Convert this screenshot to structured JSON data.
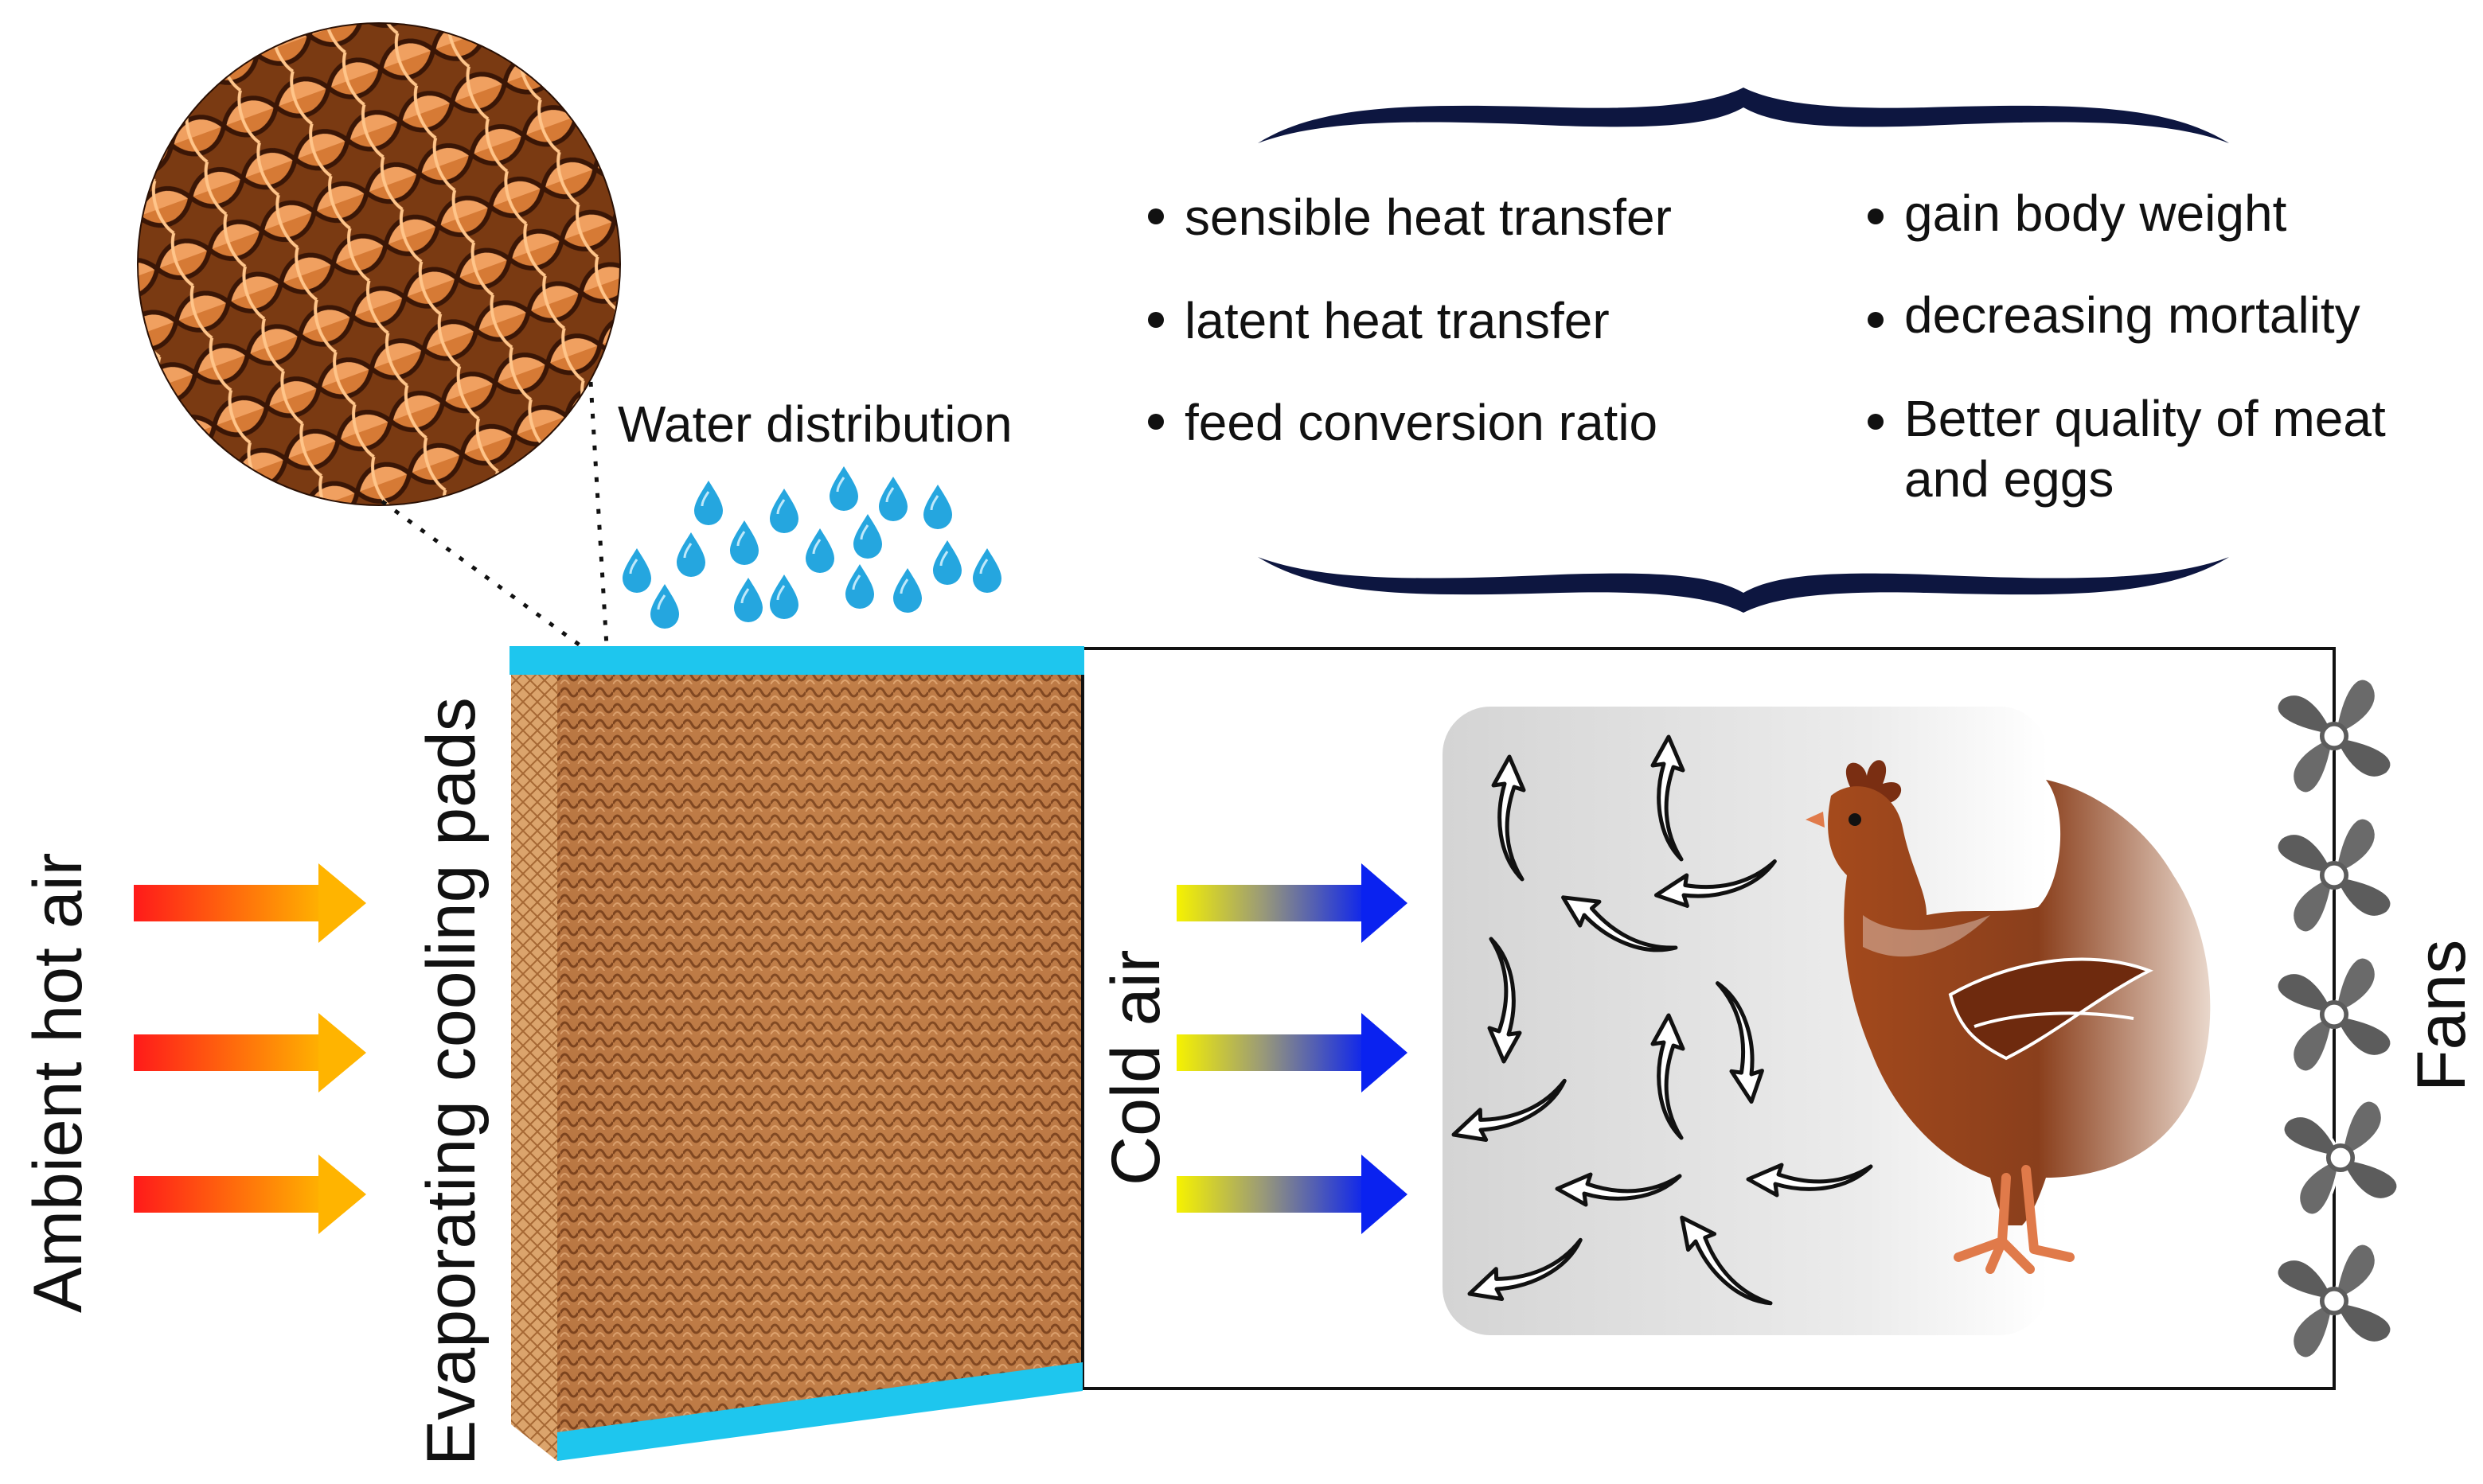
{
  "labels": {
    "ambient_hot_air": "Ambient hot air",
    "evaporating_cooling_pads": "Evaporating cooling pads",
    "water_distribution": "Water distribution",
    "cold_air": "Cold air",
    "fans": "Fans"
  },
  "benefits": {
    "left": [
      "sensible heat transfer",
      "latent heat transfer",
      "feed conversion ratio"
    ],
    "right": [
      "gain body weight",
      "decreasing mortality",
      "Better quality of meat",
      "and eggs"
    ]
  },
  "icons": {
    "pad_zoom": "honeycomb-pad-zoom",
    "water": "water-drop-icon",
    "hot_arrow": "hot-air-arrow-icon",
    "cold_arrow": "cold-air-arrow-icon",
    "circulation": "air-circulation-arrow-icon",
    "animal": "chicken-icon",
    "fan": "fan-icon",
    "brace": "curly-brace"
  },
  "colors": {
    "water_bar": "#1ec6ee",
    "water_drop": "#25a6df",
    "pad": "#b9733e",
    "brace": "#0d1640",
    "hot_arrow_start": "#ff1a1a",
    "hot_arrow_end": "#ffb400",
    "cold_arrow_start": "#f6f200",
    "cold_arrow_end": "#0a22f0",
    "chicken": "#8a3f1c",
    "fan": "#5c5c5c"
  }
}
